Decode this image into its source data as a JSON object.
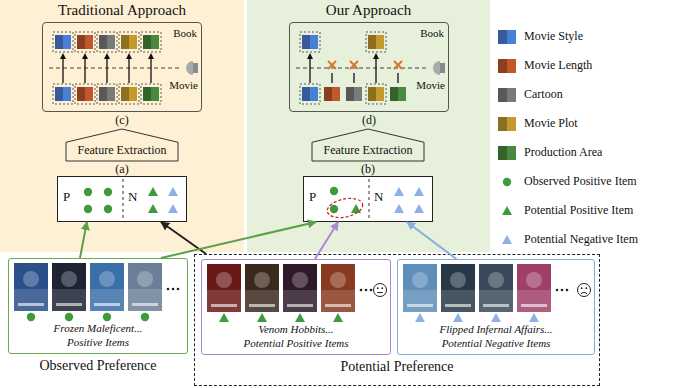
{
  "diagram": {
    "nodes": [
      {
        "text": [
          "Traditional Approach"
        ]
      },
      {
        "text": [
          "Our Approach"
        ]
      },
      {
        "text": [
          "Book",
          "Movie",
          "(c)"
        ],
        "in": 0
      },
      {
        "text": [
          "Feature Extraction"
        ],
        "in": 0
      },
      {
        "text": [
          "P",
          "N",
          "(a)"
        ],
        "in": 0
      },
      {
        "text": [
          "Book",
          "Movie",
          "(d)"
        ],
        "in": 1
      },
      {
        "text": [
          "Feature Extraction"
        ],
        "in": 1
      },
      {
        "text": [
          "P",
          "N",
          "(b)"
        ],
        "in": 1
      },
      {
        "text": [
          "Frozen Maleficent...",
          "Positive Items",
          "Observed Preference"
        ]
      },
      {
        "text": [
          "Potential Preference"
        ]
      },
      {
        "text": [
          "Venom Hobbits...",
          "Potential Positive Items"
        ],
        "in": 9
      },
      {
        "text": [
          "Flipped Infernal Affairs...",
          "Potential Negative Items"
        ],
        "in": 9
      }
    ],
    "edges": [
      {
        "from": 8,
        "to": 4,
        "arrow": "to"
      },
      {
        "from": 9,
        "to": 4,
        "arrow": "to"
      },
      {
        "from": 8,
        "to": 7,
        "arrow": "to"
      },
      {
        "from": 10,
        "to": 7,
        "arrow": "to"
      },
      {
        "from": 11,
        "to": 7,
        "arrow": "to"
      }
    ],
    "legend": [
      {
        "text": "Movie Style",
        "color": "#4a7fd8"
      },
      {
        "text": "Movie Length",
        "color": "#c0582c"
      },
      {
        "text": "Cartoon",
        "color": "#7a7a7a"
      },
      {
        "text": "Movie Plot",
        "color": "#c49a2e"
      },
      {
        "text": "Production Area",
        "color": "#4a8a3e"
      },
      {
        "text": "Observed Positive Item"
      },
      {
        "text": "Potential Positive Item"
      },
      {
        "text": "Potential Negative Item"
      }
    ]
  }
}
